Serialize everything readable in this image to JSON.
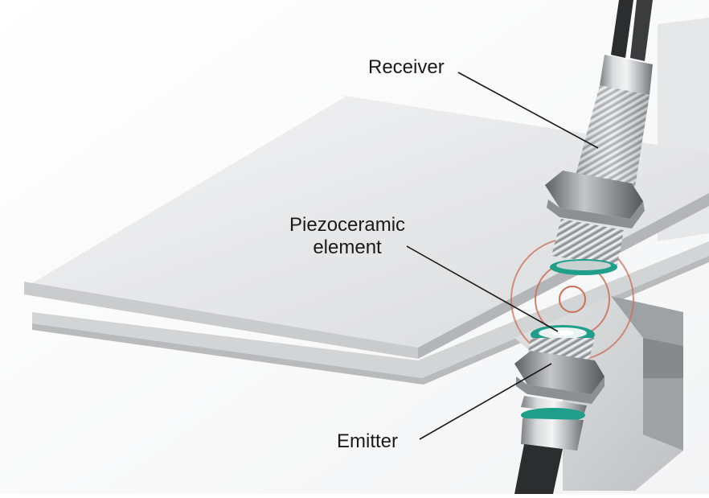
{
  "labels": {
    "receiver": "Receiver",
    "piezo_line1": "Piezoceramic",
    "piezo_line2": "element",
    "emitter": "Emitter"
  },
  "colors": {
    "ring": "#c8705a",
    "gasket": "#1f9e8a",
    "metal": "#b9bcbf",
    "plate": "#e9eaeb"
  }
}
